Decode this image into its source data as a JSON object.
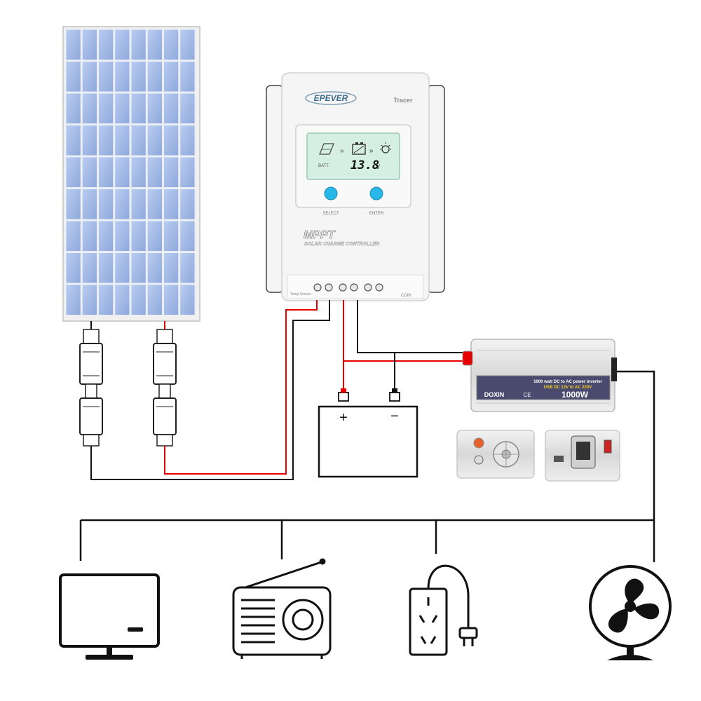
{
  "controller": {
    "brand": "EPEVER",
    "model": "Tracer",
    "lcd_label": "BATT.",
    "lcd_reading": "13.8",
    "lcd_unit": "V",
    "button_select": "SELECT",
    "button_enter": "ENTER",
    "title": "MPPT",
    "subtitle": "SOLAR CHARGE CONTROLLER",
    "temp_sensor": "Temp Sensor",
    "com_label": "COM"
  },
  "battery": {
    "plus": "+",
    "minus": "−"
  },
  "inverter": {
    "line1": "1000 watt DC to AC power inverter",
    "line2": "USB DC 12V to AC 220V",
    "brand": "DOXIN",
    "ce": "CE",
    "watt": "1000W"
  },
  "icons": [
    "solar-panel-icon",
    "mc4-connector-icon",
    "charge-controller-icon",
    "battery-icon",
    "inverter-icon",
    "monitor-icon",
    "radio-icon",
    "power-socket-icon",
    "fan-icon"
  ],
  "colors": {
    "wire_positive": "#e60000",
    "wire_negative": "#111111",
    "panel_cell": "#a9bfe8",
    "controller_body": "#f4f4f4",
    "lcd_screen": "#d6efe4",
    "button_accent": "#29b6e8"
  }
}
